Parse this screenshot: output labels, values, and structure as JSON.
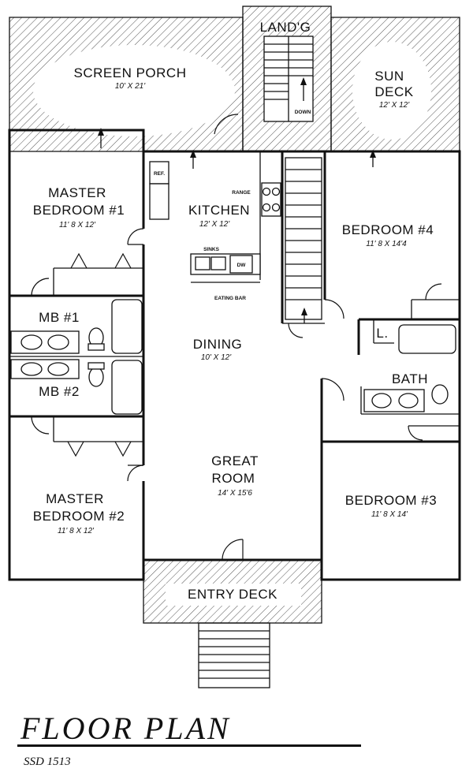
{
  "rooms": {
    "landing": "LAND'G",
    "screen_porch": {
      "name": "SCREEN PORCH",
      "dim": "10' X 21'"
    },
    "sun_deck": {
      "name_1": "SUN",
      "name_2": "DECK",
      "dim": "12' X 12'"
    },
    "master_bedroom_1": {
      "name_1": "MASTER",
      "name_2": "BEDROOM #1",
      "dim": "11' 8 X 12'"
    },
    "kitchen": {
      "name": "KITCHEN",
      "dim": "12' X 12'"
    },
    "bedroom_4": {
      "name": "BEDROOM #4",
      "dim": "11' 8 X 14'4"
    },
    "mb1": "MB #1",
    "mb2": "MB #2",
    "dining": {
      "name": "DINING",
      "dim": "10' X 12'"
    },
    "bath": "BATH",
    "laundry": "L.",
    "great_room": {
      "name_1": "GREAT",
      "name_2": "ROOM",
      "dim": "14' X 15'6"
    },
    "master_bedroom_2": {
      "name_1": "MASTER",
      "name_2": "BEDROOM #2",
      "dim": "11' 8 X 12'"
    },
    "bedroom_3": {
      "name": "BEDROOM #3",
      "dim": "11' 8 X 14'"
    },
    "entry_deck": "ENTRY DECK"
  },
  "fixtures": {
    "ref": "REF.",
    "range": "RANGE",
    "sinks": "SINKS",
    "dw": "DW",
    "eating_bar": "EATING BAR",
    "down": "DOWN"
  },
  "title": "FLOOR PLAN",
  "code": "SSD 1513"
}
